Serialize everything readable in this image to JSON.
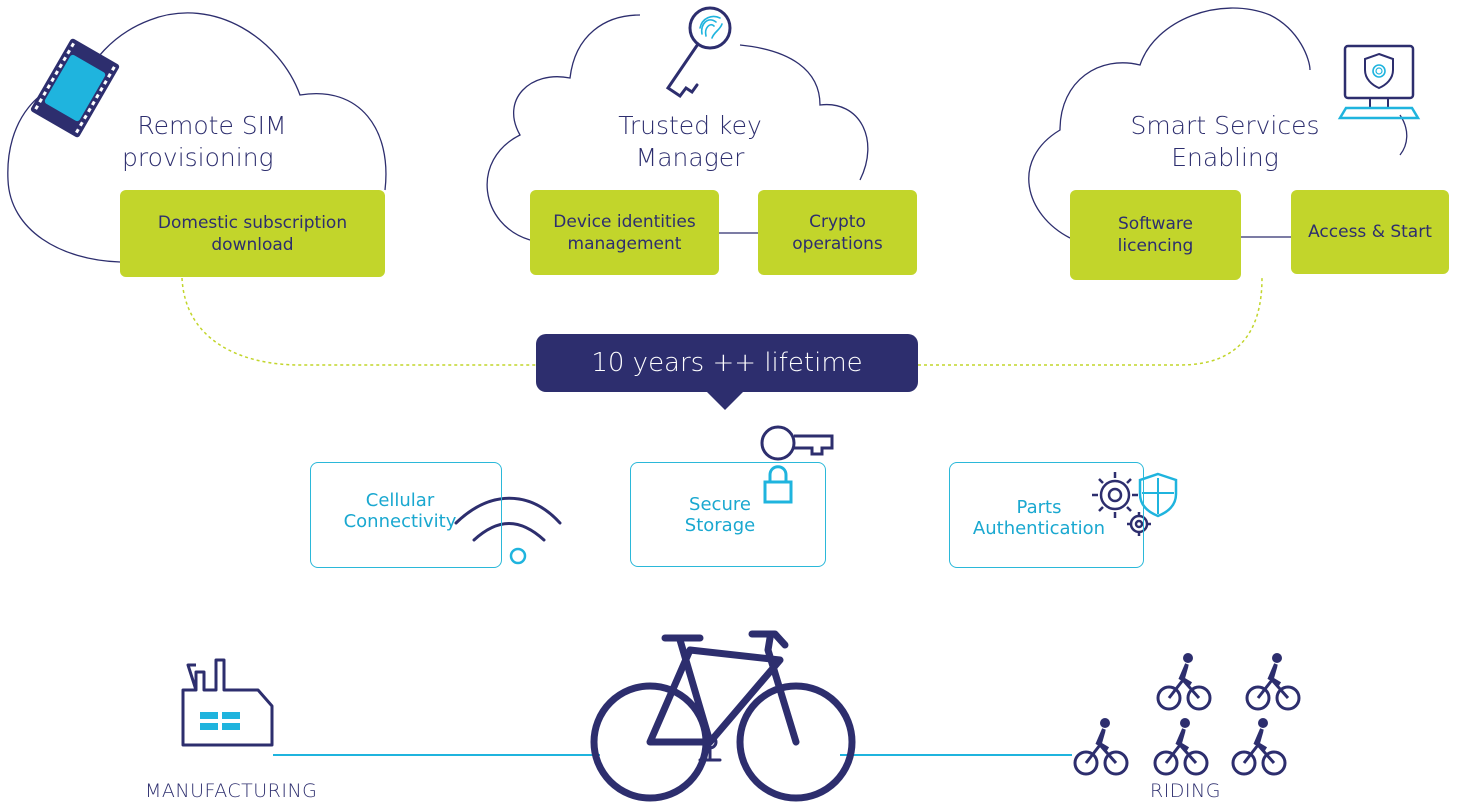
{
  "clouds": [
    {
      "title_line1": "Remote SIM",
      "title_line2": "provisioning",
      "boxes": [
        {
          "line1": "Domestic subscription",
          "line2": "download"
        }
      ]
    },
    {
      "title_line1": "Trusted key",
      "title_line2": "Manager",
      "boxes": [
        {
          "line1": "Device identities",
          "line2": "management"
        },
        {
          "line1": "Crypto",
          "line2": "operations"
        }
      ]
    },
    {
      "title_line1": "Smart Services",
      "title_line2": "Enabling",
      "boxes": [
        {
          "line1": "Software",
          "line2": "licencing"
        },
        {
          "line1": "Access & Start",
          "line2": ""
        }
      ]
    }
  ],
  "lifetime_label": "10 years ++ lifetime",
  "features": [
    {
      "line1": "Cellular",
      "line2": "Connectivity",
      "icon": "wifi-icon"
    },
    {
      "line1": "Secure",
      "line2": "Storage",
      "icon": "key-lock-icon"
    },
    {
      "line1": "Parts",
      "line2": "Authentication",
      "icon": "gears-shield-icon"
    }
  ],
  "stages": {
    "start": "MANUFACTURING",
    "end": "RIDING"
  },
  "colors": {
    "navy": "#2d2e6e",
    "lime": "#c2d52b",
    "cyan": "#2bb8d9",
    "dotted": "#c2d52b"
  },
  "icons": [
    "sim-card-icon",
    "fingerprint-key-icon",
    "secure-monitor-icon",
    "factory-icon",
    "bicycle-icon",
    "cyclists-icon"
  ]
}
